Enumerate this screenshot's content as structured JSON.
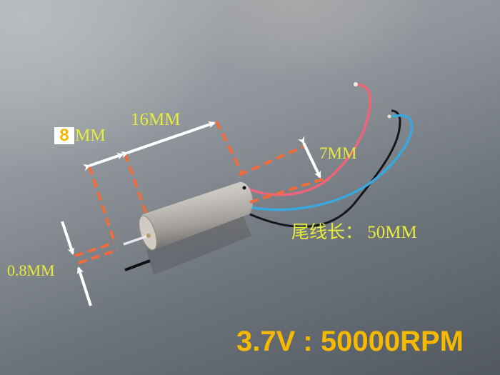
{
  "image": {
    "subject": "Coreless micro DC motor with red, blue and black lead wires on a gray reflective surface, annotated with dimensions",
    "colors": {
      "dimension_text": "#e8ec3a",
      "dashed_guides": "#f26b3a",
      "arrows": "#ffffff",
      "spec_text": "#f7b900",
      "wire_red": "#f0647a",
      "wire_blue": "#3aa8dc",
      "wire_black": "#15171a"
    }
  },
  "annotations": {
    "length": "16MM",
    "diameter_value": "8",
    "diameter_unit": "MM",
    "height_small": "7MM",
    "shaft": "0.8MM",
    "wire_length": "尾线长： 50MM"
  },
  "spec": {
    "text": "3.7V : 50000RPM"
  }
}
